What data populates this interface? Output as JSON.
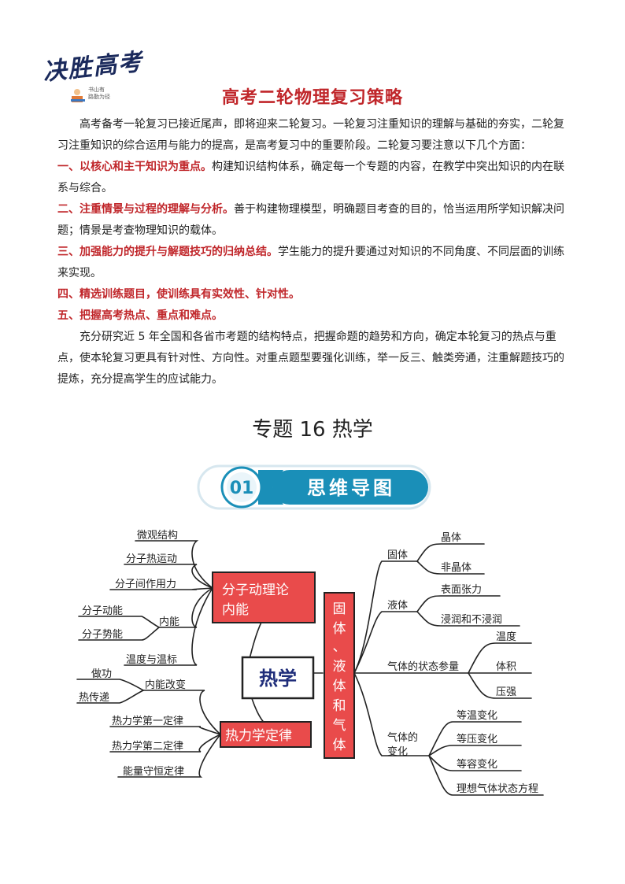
{
  "logo": {
    "text": "决胜高考",
    "sub": [
      "书山有",
      "路勤为径"
    ]
  },
  "title": "高考二轮物理复习策略",
  "intro": "高考备考一轮复习已接近尾声，即将迎来二轮复习。一轮复习注重知识的理解与基础的夯实，二轮复习注重知识的综合运用与能力的提高，是高考复习中的重要阶段。二轮复习要注意以下几个方面：",
  "points": [
    {
      "head": "一、以核心和主干知识为重点。",
      "body": "构建知识结构体系，确定每一个专题的内容，在教学中突出知识的内在联系与综合。"
    },
    {
      "head": "二、注重情景与过程的理解与分析。",
      "body": "善于构建物理模型，明确题目考查的目的，恰当运用所学知识解决问题；情景是考查物理知识的载体。"
    },
    {
      "head": "三、加强能力的提升与解题技巧的归纳总结。",
      "body": "学生能力的提升要通过对知识的不同角度、不同层面的训练来实现。"
    },
    {
      "head": "四、精选训练题目，使训练具有实效性、针对性。",
      "body": ""
    },
    {
      "head": "五、把握高考热点、重点和难点。",
      "body": ""
    }
  ],
  "conclusion": "充分研究近 5 年全国和各省市考题的结构特点，把握命题的趋势和方向，确定本轮复习的热点与重点，使本轮复习更具有针对性、方向性。对重点题型要强化训练，举一反三、触类旁通，注重解题技巧的提炼，充分提高学生的应试能力。",
  "topic": "专题 16  热学",
  "banner": {
    "num": "01",
    "label": "思维导图"
  },
  "mindmap": {
    "center": "热学",
    "left_box1": [
      "分子动理论",
      "内能"
    ],
    "left_box2": "热力学定律",
    "right_box": [
      "固",
      "体",
      "、",
      "液",
      "体",
      "和",
      "气",
      "体"
    ],
    "left1_items": [
      "微观结构",
      "分子热运动",
      "分子间作用力",
      "内能",
      "温度与温标"
    ],
    "neineng_sub": [
      "分子动能",
      "分子势能"
    ],
    "left2_items": [
      "内能改变",
      "热力学第一定律",
      "热力学第二定律",
      "能量守恒定律"
    ],
    "neinenggaibian_sub": [
      "做功",
      "热传递"
    ],
    "right_groups": [
      {
        "label": "固体",
        "items": [
          "晶体",
          "非晶体"
        ]
      },
      {
        "label": "液体",
        "items": [
          "表面张力",
          "浸润和不浸润"
        ]
      },
      {
        "label": "气体的状态参量",
        "items": [
          "温度",
          "体积",
          "压强"
        ]
      },
      {
        "label": [
          "气体的",
          "变化"
        ],
        "items": [
          "等温变化",
          "等压变化",
          "等容变化",
          "理想气体状态方程"
        ]
      }
    ]
  },
  "colors": {
    "red": "#c0262a",
    "box": "#e94b4b",
    "navy": "#1f2d7a",
    "teal": "#1a8fb8"
  }
}
